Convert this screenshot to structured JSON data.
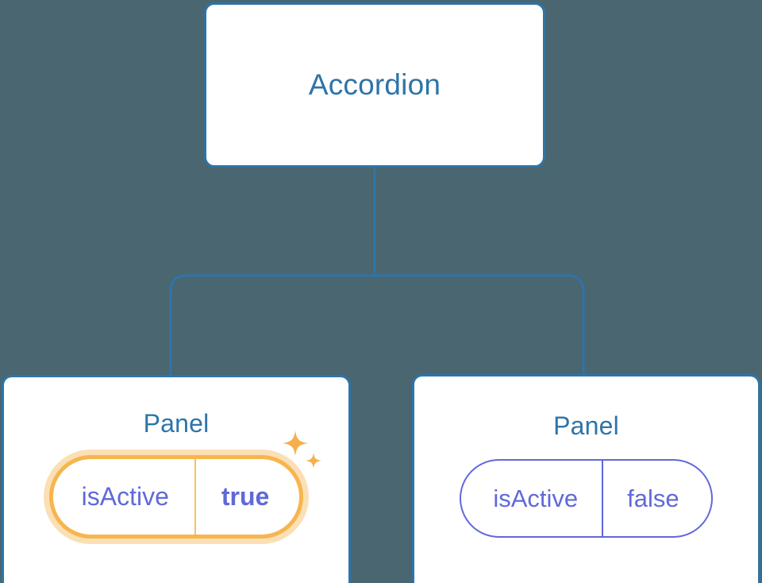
{
  "diagram": {
    "type": "component-tree",
    "background_color": "#4a6670",
    "line_color": "#2e74a8",
    "root": {
      "title": "Accordion"
    },
    "children": [
      {
        "title": "Panel",
        "highlighted": true,
        "prop": {
          "key": "isActive",
          "value": "true"
        },
        "highlight_color": "#f7b54f",
        "glow_color": "#fbdfb5",
        "sparkle_icon": "sparkles-icon"
      },
      {
        "title": "Panel",
        "highlighted": false,
        "prop": {
          "key": "isActive",
          "value": "false"
        },
        "outline_color": "#6069d8"
      }
    ],
    "connector_icon": "tree-branch-connector"
  }
}
